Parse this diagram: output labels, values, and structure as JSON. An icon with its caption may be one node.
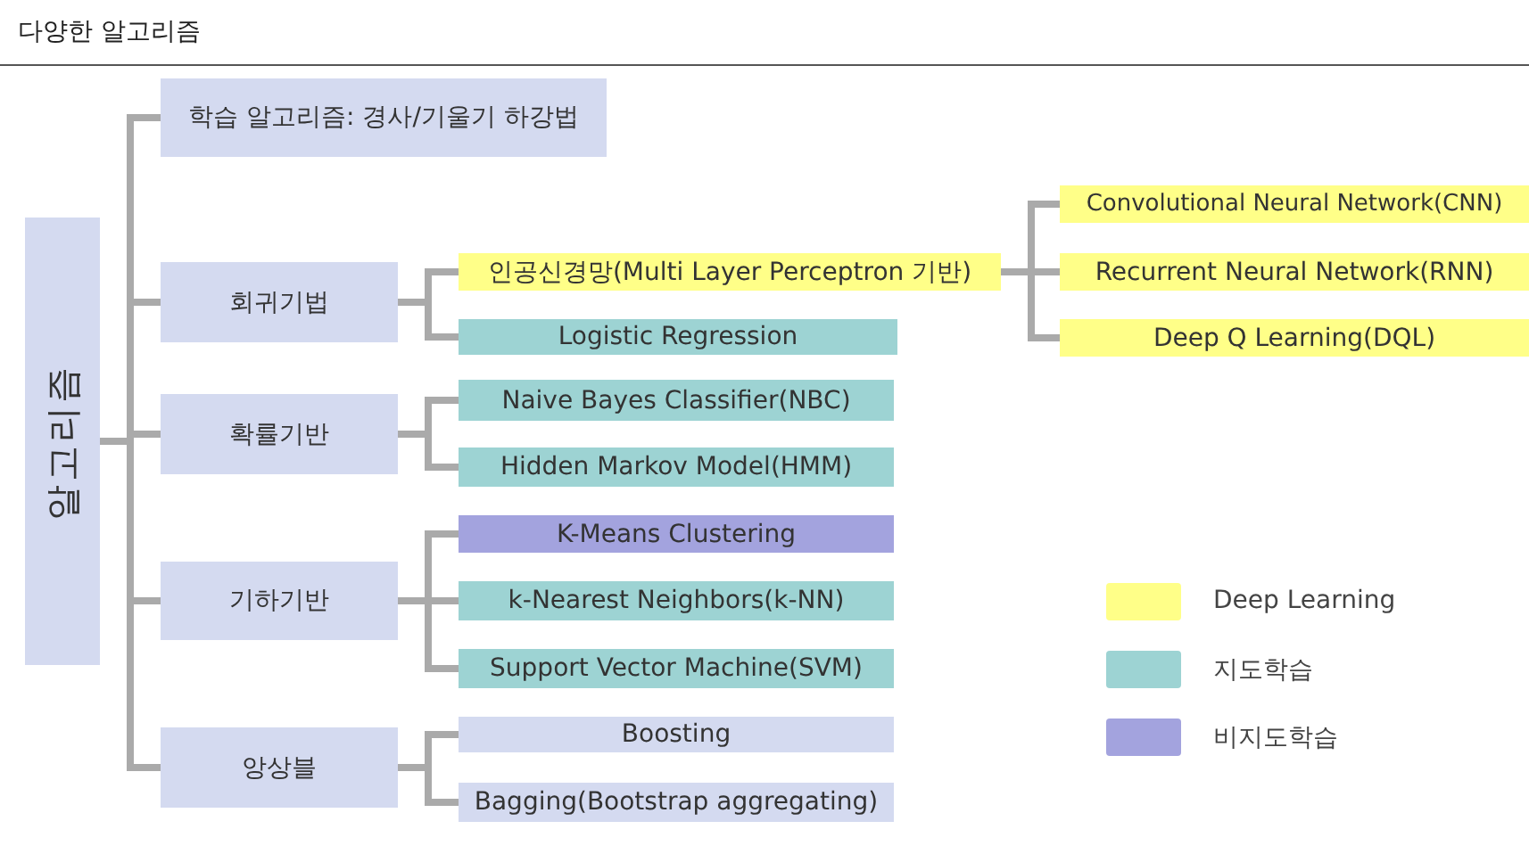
{
  "diagram": {
    "title": "다양한 알고리즘",
    "nodes": [
      {
        "text": [
          "알고리즘"
        ]
      },
      {
        "text": [
          "학습 알고리즘: 경사/기울기 하강법"
        ]
      },
      {
        "text": [
          "회귀기법"
        ]
      },
      {
        "text": [
          "인공신경망(Multi Layer Perceptron 기반)"
        ]
      },
      {
        "text": [
          "Logistic Regression"
        ]
      },
      {
        "text": [
          "Convolutional Neural Network(CNN)"
        ]
      },
      {
        "text": [
          "Recurrent Neural Network(RNN)"
        ]
      },
      {
        "text": [
          "Deep Q Learning(DQL)"
        ]
      },
      {
        "text": [
          "확률기반"
        ]
      },
      {
        "text": [
          "Naive Bayes Classifier(NBC)"
        ]
      },
      {
        "text": [
          "Hidden Markov Model(HMM)"
        ]
      },
      {
        "text": [
          "기하기반"
        ]
      },
      {
        "text": [
          "K-Means Clustering"
        ]
      },
      {
        "text": [
          "k-Nearest Neighbors(k-NN)"
        ]
      },
      {
        "text": [
          "Support Vector Machine(SVM)"
        ]
      },
      {
        "text": [
          "앙상블"
        ]
      },
      {
        "text": [
          "Boosting"
        ]
      },
      {
        "text": [
          "Bagging(Bootstrap aggregating)"
        ]
      }
    ],
    "edges": [
      {
        "from": 0,
        "to": 1,
        "arrow": "none"
      },
      {
        "from": 0,
        "to": 2,
        "arrow": "none"
      },
      {
        "from": 0,
        "to": 8,
        "arrow": "none"
      },
      {
        "from": 0,
        "to": 11,
        "arrow": "none"
      },
      {
        "from": 0,
        "to": 15,
        "arrow": "none"
      },
      {
        "from": 2,
        "to": 3,
        "arrow": "none"
      },
      {
        "from": 2,
        "to": 4,
        "arrow": "none"
      },
      {
        "from": 3,
        "to": 5,
        "arrow": "none"
      },
      {
        "from": 3,
        "to": 6,
        "arrow": "none"
      },
      {
        "from": 3,
        "to": 7,
        "arrow": "none"
      },
      {
        "from": 8,
        "to": 9,
        "arrow": "none"
      },
      {
        "from": 8,
        "to": 10,
        "arrow": "none"
      },
      {
        "from": 11,
        "to": 12,
        "arrow": "none"
      },
      {
        "from": 11,
        "to": 13,
        "arrow": "none"
      },
      {
        "from": 11,
        "to": 14,
        "arrow": "none"
      },
      {
        "from": 15,
        "to": 16,
        "arrow": "none"
      },
      {
        "from": 15,
        "to": 17,
        "arrow": "none"
      }
    ],
    "legend": [
      {
        "text": "Deep Learning",
        "color": "#ffff88"
      },
      {
        "text": "지도학습",
        "color": "#9dd3d3"
      },
      {
        "text": "비지도학습",
        "color": "#a3a3de"
      }
    ]
  }
}
